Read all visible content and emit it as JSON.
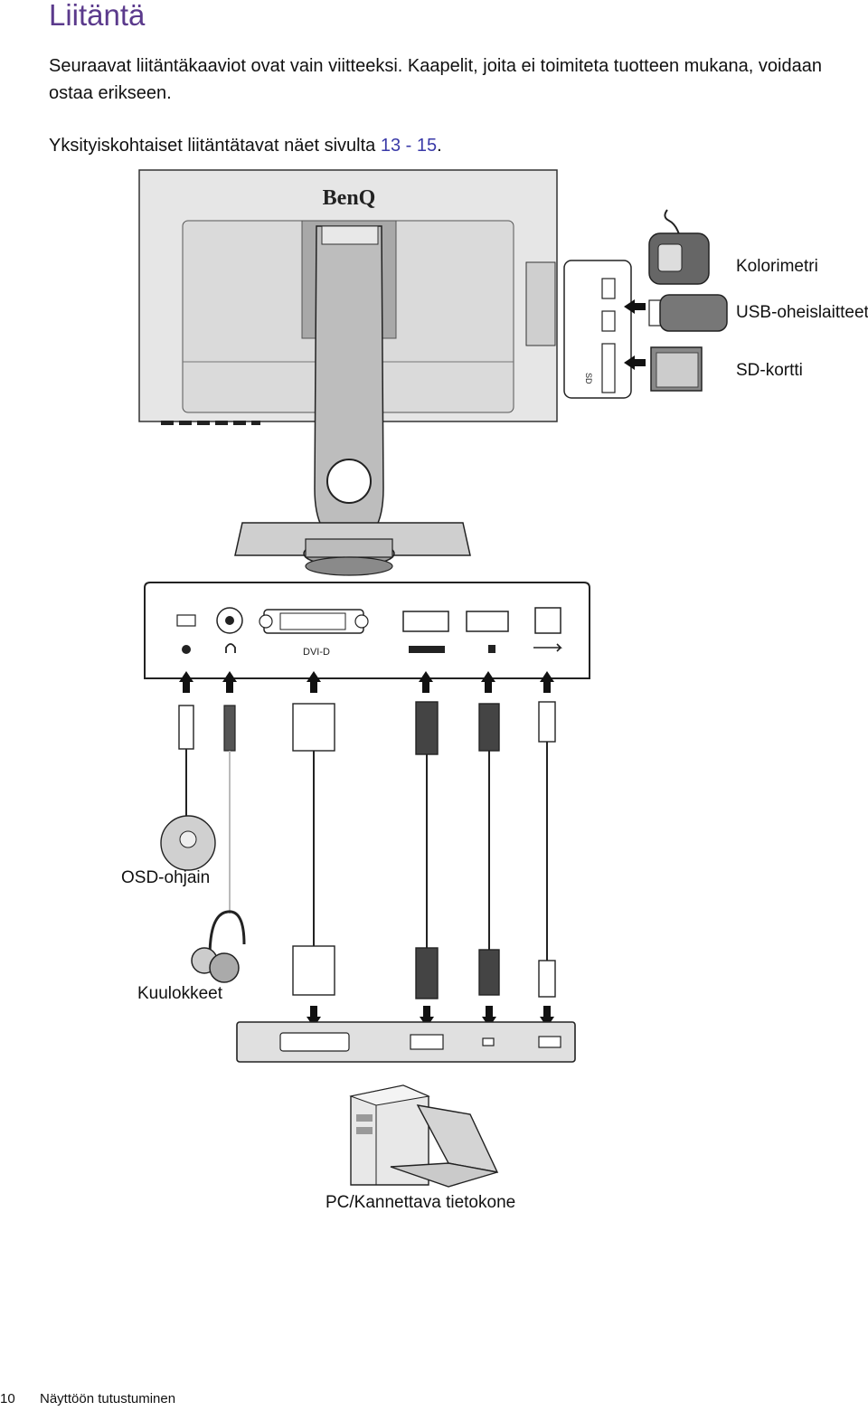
{
  "page": {
    "title": "Liitäntä",
    "intro": "Seuraavat liitäntäkaaviot ovat vain viitteeksi. Kaapelit, joita ei toimiteta tuotteen mukana, voidaan ostaa erikseen.",
    "details_prefix": "Yksityiskohtaiset liitäntätavat näet sivulta ",
    "details_pages": "13 - 15",
    "details_suffix": "."
  },
  "diagram": {
    "brand_logo": "BenQ",
    "port_labels": {
      "dvi": "DVI-D",
      "sd": "SD"
    },
    "side_devices": [
      "Kolorimetri",
      "USB-oheislaitteet",
      "SD-kortti"
    ],
    "peripherals": [
      "OSD-ohjain",
      "Kuulokkeet"
    ],
    "computer": "PC/Kannettava tietokone"
  },
  "footer": {
    "page_number": "10",
    "section": "Näyttöön tutustuminen"
  }
}
